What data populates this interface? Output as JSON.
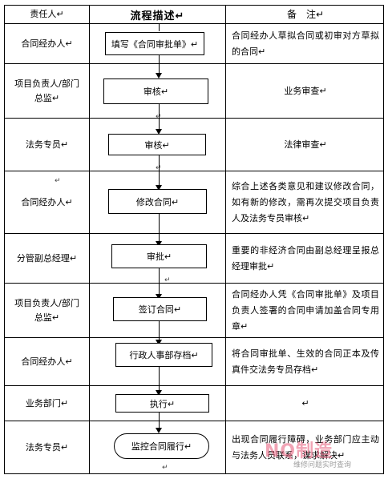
{
  "header": {
    "responsible": "责任人↵",
    "flow": "流程描述↵",
    "remark": "备　注↵"
  },
  "rows": [
    {
      "responsible": "合同经办人↵",
      "step": "填写《合同审批单》↵",
      "remark": "合同经办人草拟合同或初审对方草拟的合同↵"
    },
    {
      "responsible": "项目负责人/部门总监↵",
      "step": "审核↵",
      "remark": "业务审查↵"
    },
    {
      "responsible": "法务专员↵",
      "step": "审核↵",
      "remark": "法律审查↵"
    },
    {
      "responsible": "合同经办人↵",
      "step": "修改合同↵",
      "remark": "综合上述各类意见和建议修改合同，如有新的修改，需再次提交项目负责人及法务专员审核↵"
    },
    {
      "responsible": "分管副总经理↵",
      "step": "审批↵",
      "remark": "重要的非经济合同由副总经理呈报总经理审批↵"
    },
    {
      "responsible": "项目负责人/部门总监↵",
      "step": "签订合同↵",
      "remark": "合同经办人凭《合同审批单》及项目负责人签署的合同申请加盖合同专用章↵"
    },
    {
      "responsible": "合同经办人↵",
      "step": "行政人事部存档↵",
      "remark": "将合同审批单、生效的合同正本及传真件交法务专员存档↵"
    },
    {
      "responsible": "业务部门↵",
      "step": "执行↵",
      "remark": "↵"
    },
    {
      "responsible": "法务专员↵",
      "step": "监控合同履行↵",
      "remark": "出现合同履行障碍，业务部门应主动与法务人员联系，谋求解决↵"
    }
  ],
  "marks": {
    "return": "↵"
  },
  "watermark": {
    "logo_text": "NQ制造",
    "sub_text": "维修问题实时查询"
  }
}
